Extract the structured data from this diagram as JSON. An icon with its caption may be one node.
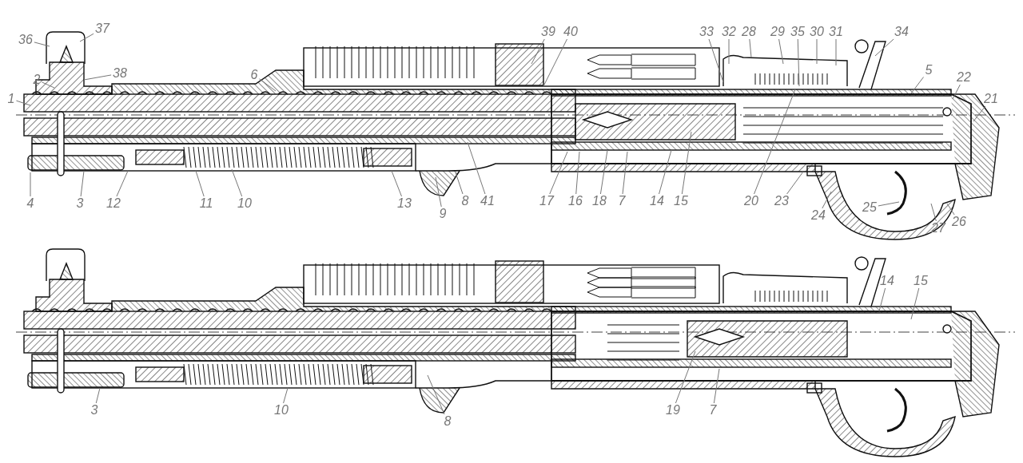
{
  "diagram": {
    "nodes": [
      {
        "text": [
          "37"
        ]
      },
      {
        "text": [
          "36"
        ]
      },
      {
        "text": [
          "2"
        ]
      },
      {
        "text": [
          "38"
        ]
      },
      {
        "text": [
          "1"
        ]
      },
      {
        "text": [
          "6"
        ]
      },
      {
        "text": [
          "39"
        ]
      },
      {
        "text": [
          "40"
        ]
      },
      {
        "text": [
          "33"
        ]
      },
      {
        "text": [
          "32"
        ]
      },
      {
        "text": [
          "28"
        ]
      },
      {
        "text": [
          "29"
        ]
      },
      {
        "text": [
          "35"
        ]
      },
      {
        "text": [
          "30"
        ]
      },
      {
        "text": [
          "31"
        ]
      },
      {
        "text": [
          "34"
        ]
      },
      {
        "text": [
          "5"
        ]
      },
      {
        "text": [
          "22"
        ]
      },
      {
        "text": [
          "21"
        ]
      },
      {
        "text": [
          "4"
        ]
      },
      {
        "text": [
          "3"
        ]
      },
      {
        "text": [
          "12"
        ]
      },
      {
        "text": [
          "11"
        ]
      },
      {
        "text": [
          "10"
        ]
      },
      {
        "text": [
          "13"
        ]
      },
      {
        "text": [
          "9"
        ]
      },
      {
        "text": [
          "8"
        ]
      },
      {
        "text": [
          "41"
        ]
      },
      {
        "text": [
          "17"
        ]
      },
      {
        "text": [
          "16"
        ]
      },
      {
        "text": [
          "18"
        ]
      },
      {
        "text": [
          "7"
        ]
      },
      {
        "text": [
          "14"
        ]
      },
      {
        "text": [
          "15"
        ]
      },
      {
        "text": [
          "20"
        ]
      },
      {
        "text": [
          "23"
        ]
      },
      {
        "text": [
          "24"
        ]
      },
      {
        "text": [
          "25"
        ]
      },
      {
        "text": [
          "27"
        ]
      },
      {
        "text": [
          "26"
        ]
      },
      {
        "text": [
          "14"
        ]
      },
      {
        "text": [
          "15"
        ]
      },
      {
        "text": [
          "3"
        ]
      },
      {
        "text": [
          "10"
        ]
      },
      {
        "text": [
          "8"
        ]
      },
      {
        "text": [
          "19"
        ]
      },
      {
        "text": [
          "7"
        ]
      }
    ],
    "edges": [
      {
        "from": 0,
        "to": null,
        "arrow": "none"
      },
      {
        "from": 1,
        "to": null,
        "arrow": "none"
      },
      {
        "from": 2,
        "to": null,
        "arrow": "none"
      },
      {
        "from": 3,
        "to": null,
        "arrow": "none"
      },
      {
        "from": 4,
        "to": null,
        "arrow": "none"
      },
      {
        "from": 5,
        "to": null,
        "arrow": "none"
      },
      {
        "from": 6,
        "to": null,
        "arrow": "none"
      },
      {
        "from": 7,
        "to": null,
        "arrow": "none"
      },
      {
        "from": 8,
        "to": null,
        "arrow": "none"
      },
      {
        "from": 9,
        "to": null,
        "arrow": "none"
      },
      {
        "from": 10,
        "to": null,
        "arrow": "none"
      },
      {
        "from": 11,
        "to": null,
        "arrow": "none"
      },
      {
        "from": 12,
        "to": null,
        "arrow": "none"
      },
      {
        "from": 13,
        "to": null,
        "arrow": "none"
      },
      {
        "from": 14,
        "to": null,
        "arrow": "none"
      },
      {
        "from": 15,
        "to": null,
        "arrow": "none"
      },
      {
        "from": 16,
        "to": null,
        "arrow": "none"
      },
      {
        "from": 17,
        "to": null,
        "arrow": "none"
      },
      {
        "from": 18,
        "to": null,
        "arrow": "none"
      },
      {
        "from": 19,
        "to": null,
        "arrow": "none"
      },
      {
        "from": 20,
        "to": null,
        "arrow": "none"
      },
      {
        "from": 21,
        "to": null,
        "arrow": "none"
      },
      {
        "from": 22,
        "to": null,
        "arrow": "none"
      },
      {
        "from": 23,
        "to": null,
        "arrow": "none"
      },
      {
        "from": 24,
        "to": null,
        "arrow": "none"
      },
      {
        "from": 25,
        "to": null,
        "arrow": "none"
      },
      {
        "from": 26,
        "to": null,
        "arrow": "none"
      },
      {
        "from": 27,
        "to": null,
        "arrow": "none"
      },
      {
        "from": 28,
        "to": null,
        "arrow": "none"
      },
      {
        "from": 29,
        "to": null,
        "arrow": "none"
      },
      {
        "from": 30,
        "to": null,
        "arrow": "none"
      },
      {
        "from": 31,
        "to": null,
        "arrow": "none"
      },
      {
        "from": 32,
        "to": null,
        "arrow": "none"
      },
      {
        "from": 33,
        "to": null,
        "arrow": "none"
      },
      {
        "from": 34,
        "to": null,
        "arrow": "none"
      },
      {
        "from": 35,
        "to": null,
        "arrow": "none"
      },
      {
        "from": 36,
        "to": null,
        "arrow": "none"
      },
      {
        "from": 37,
        "to": null,
        "arrow": "none"
      },
      {
        "from": 38,
        "to": null,
        "arrow": "none"
      },
      {
        "from": 39,
        "to": null,
        "arrow": "none"
      },
      {
        "from": 40,
        "to": null,
        "arrow": "none"
      },
      {
        "from": 41,
        "to": null,
        "arrow": "none"
      },
      {
        "from": 42,
        "to": null,
        "arrow": "none"
      },
      {
        "from": 43,
        "to": null,
        "arrow": "none"
      },
      {
        "from": 44,
        "to": null,
        "arrow": "none"
      },
      {
        "from": 45,
        "to": null,
        "arrow": "none"
      },
      {
        "from": 46,
        "to": null,
        "arrow": "none"
      }
    ]
  }
}
